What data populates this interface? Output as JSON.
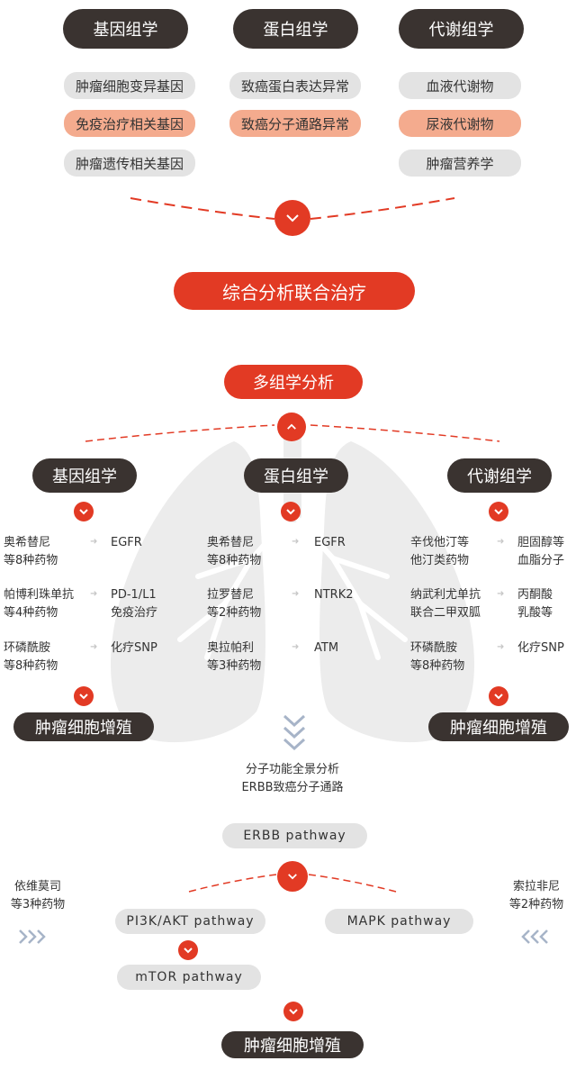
{
  "top": {
    "headers": [
      "基因组学",
      "蛋白组学",
      "代谢组学"
    ],
    "col1": [
      "肿瘤细胞变异基因",
      "免疫治疗相关基因",
      "肿瘤遗传相关基因"
    ],
    "col2": [
      "致癌蛋白表达异常",
      "致癌分子通路异常"
    ],
    "col3": [
      "血液代谢物",
      "尿液代谢物",
      "肿瘤营养学"
    ],
    "banner": "综合分析联合治疗"
  },
  "middle": {
    "title": "多组学分析",
    "headers": [
      "基因组学",
      "蛋白组学",
      "代谢组学"
    ],
    "left": [
      {
        "drug1": "奥希替尼",
        "drug2": "等8种药物",
        "target1": "EGFR",
        "target2": ""
      },
      {
        "drug1": "帕博利珠单抗",
        "drug2": "等4种药物",
        "target1": "PD-1/L1",
        "target2": "免疫治疗"
      },
      {
        "drug1": "环磷酰胺",
        "drug2": "等8种药物",
        "target1": "化疗SNP",
        "target2": ""
      }
    ],
    "center": [
      {
        "drug1": "奥希替尼",
        "drug2": "等8种药物",
        "target1": "EGFR",
        "target2": ""
      },
      {
        "drug1": "拉罗替尼",
        "drug2": "等2种药物",
        "target1": "NTRK2",
        "target2": ""
      },
      {
        "drug1": "奥拉帕利",
        "drug2": "等3种药物",
        "target1": "ATM",
        "target2": ""
      }
    ],
    "right": [
      {
        "drug1": "辛伐他汀等",
        "drug2": "他汀类药物",
        "target1": "胆固醇等",
        "target2": "血脂分子"
      },
      {
        "drug1": "纳武利尤单抗",
        "drug2": "联合二甲双胍",
        "target1": "丙酮酸",
        "target2": "乳酸等"
      },
      {
        "drug1": "环磷酰胺",
        "drug2": "等8种药物",
        "target1": "化疗SNP",
        "target2": ""
      }
    ],
    "outcome_left": "肿瘤细胞增殖",
    "outcome_right": "肿瘤细胞增殖",
    "analysis1": "分子功能全景分析",
    "analysis2": "ERBB致癌分子通路"
  },
  "bottom": {
    "erbb": "ERBB pathway",
    "left_drug1": "依维莫司",
    "left_drug2": "等3种药物",
    "right_drug1": "索拉非尼",
    "right_drug2": "等2种药物",
    "pi3k": "PI3K/AKT pathway",
    "mapk": "MAPK pathway",
    "mtor": "mTOR pathway",
    "outcome": "肿瘤细胞增殖"
  },
  "colors": {
    "accent": "#e23a24",
    "dark": "#3a3330",
    "gray": "#e3e3e3",
    "salmon": "#f4ab8e"
  }
}
